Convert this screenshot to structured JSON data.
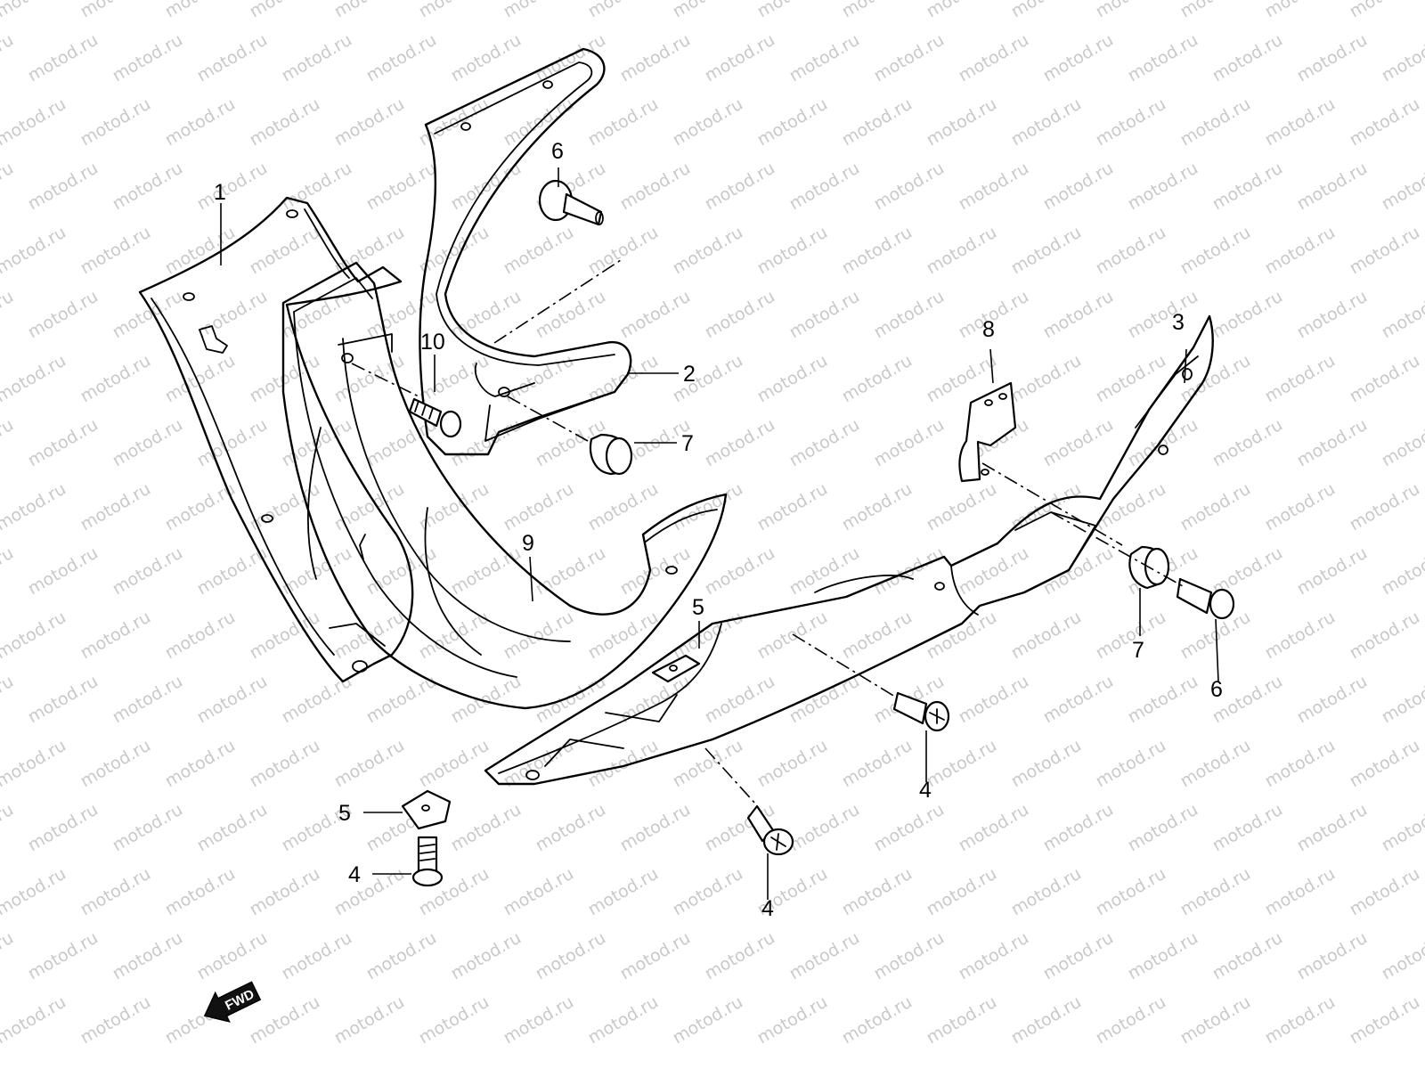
{
  "diagram": {
    "watermark": "motod.ru",
    "direction_marker": "FWD",
    "callouts": {
      "c1": "1",
      "c2": "2",
      "c3": "3",
      "c4a": "4",
      "c4b": "4",
      "c4c": "4",
      "c5a": "5",
      "c5b": "5",
      "c6a": "6",
      "c6b": "6",
      "c7a": "7",
      "c7b": "7",
      "c8": "8",
      "c9": "9",
      "c10": "10"
    }
  }
}
